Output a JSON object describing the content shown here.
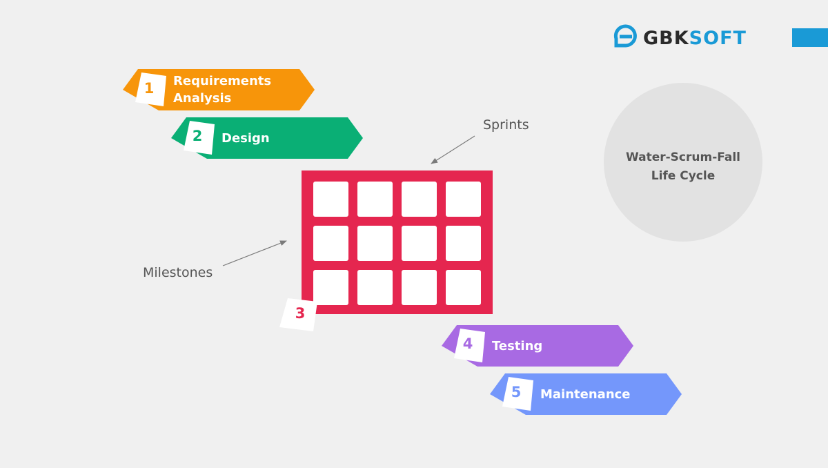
{
  "brand": {
    "name_prefix": "GBK",
    "name_suffix": "SOFT",
    "colors": {
      "primary": "#1a9ad6",
      "dark": "#2b2b2b"
    }
  },
  "steps": [
    {
      "number": "1",
      "label_line1": "Requirements",
      "label_line2": "Analysis",
      "color": "#f7950a"
    },
    {
      "number": "2",
      "label": "Design",
      "color": "#0aaf75"
    },
    {
      "number": "3",
      "color": "#e5264f"
    },
    {
      "number": "4",
      "label": "Testing",
      "color": "#a86ae3"
    },
    {
      "number": "5",
      "label": "Maintenance",
      "color": "#7497fb"
    }
  ],
  "annotations": {
    "sprints": "Sprints",
    "milestones": "Milestones"
  },
  "lifecycle": {
    "line1": "Water-Scrum-Fall",
    "line2": "Life Cycle"
  },
  "colors": {
    "background": "#f0f0f0",
    "circle": "#e2e2e2",
    "grid_frame": "#e5264f",
    "grid_cell": "#ffffff",
    "arrow": "#7a7a7a"
  }
}
